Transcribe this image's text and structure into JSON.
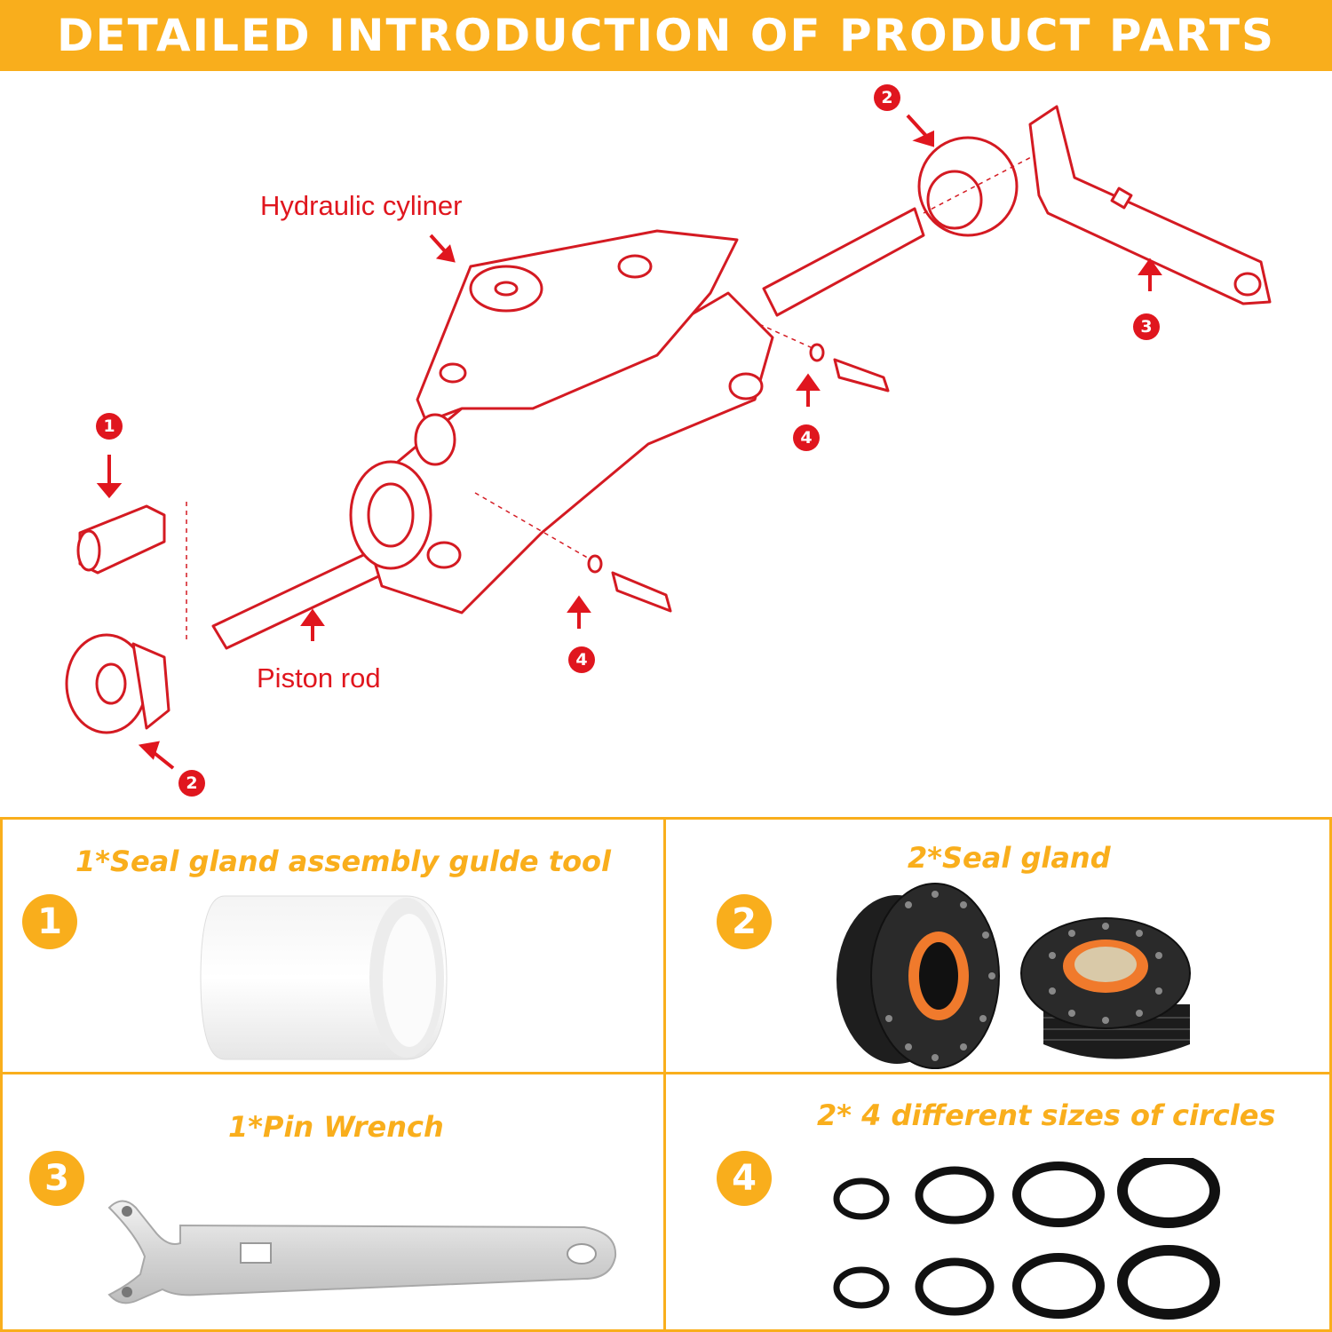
{
  "banner": {
    "title": "DETAILED INTRODUCTION OF PRODUCT PARTS"
  },
  "diagram": {
    "label_cylinder": "Hydraulic cyliner",
    "label_rod": "Piston rod",
    "markers": [
      "1",
      "2",
      "2",
      "3",
      "4",
      "4"
    ]
  },
  "parts": [
    {
      "number": "1",
      "title": "1*Seal gland assembly gulde tool"
    },
    {
      "number": "2",
      "title": "2*Seal gland"
    },
    {
      "number": "3",
      "title": "1*Pin Wrench"
    },
    {
      "number": "4",
      "title": "2* 4 different sizes of circles"
    }
  ],
  "colors": {
    "accent": "#f9ae1c",
    "diagram_red": "#e0161e"
  }
}
